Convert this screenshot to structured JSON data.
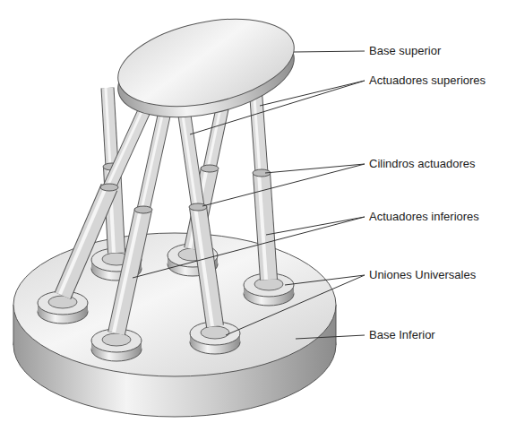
{
  "diagram": {
    "labels": [
      "Base superior",
      "Actuadores superiores",
      "Cilindros actuadores",
      "Actuadores inferiores",
      "Uniones Universales",
      "Base Inferior"
    ]
  }
}
